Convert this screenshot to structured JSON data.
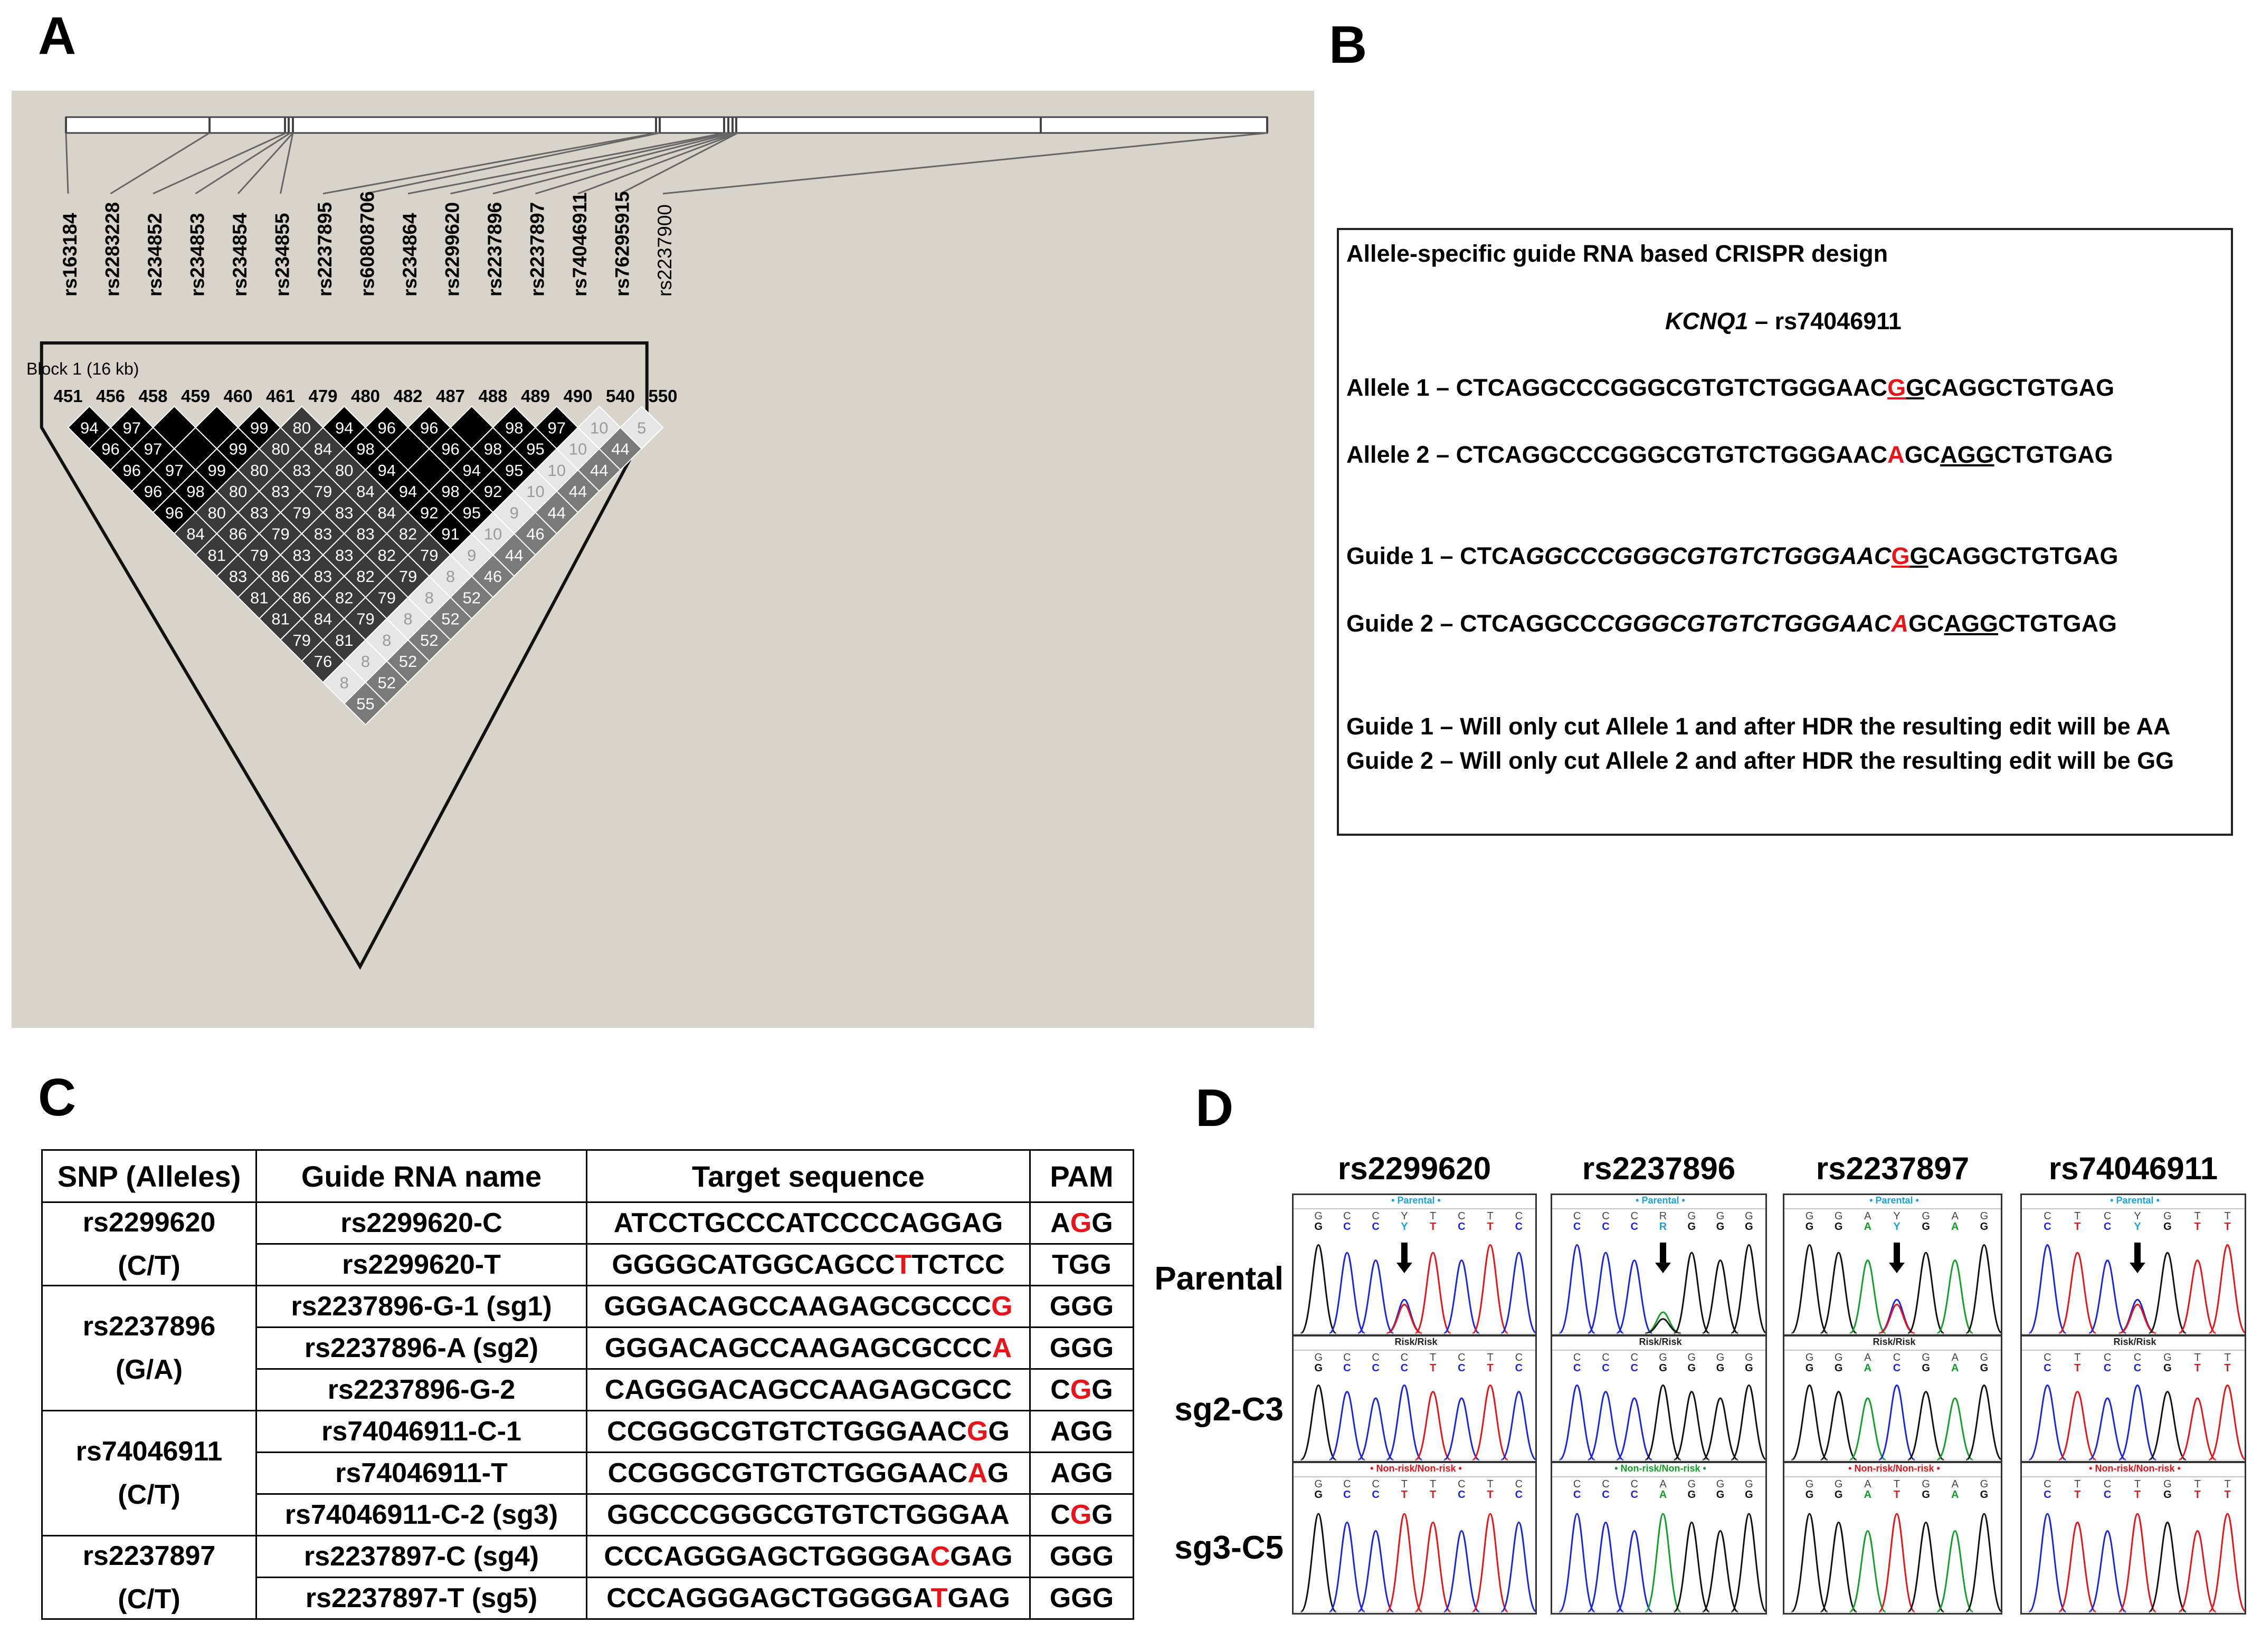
{
  "panels": {
    "A": "A",
    "B": "B",
    "C": "C",
    "D": "D"
  },
  "ld": {
    "snps": [
      "rs163184",
      "rs2283228",
      "rs234852",
      "rs234853",
      "rs234854",
      "rs234855",
      "rs2237895",
      "rs60808706",
      "rs234864",
      "rs2299620",
      "rs2237896",
      "rs2237897",
      "rs74046911",
      "rs76295915",
      "rs2237900"
    ],
    "block_label": "Block 1 (16 kb)",
    "marker_numbers": [
      "451",
      "456",
      "458",
      "459",
      "460",
      "461",
      "479",
      "480",
      "482",
      "487",
      "488",
      "489",
      "490",
      "540",
      "550"
    ],
    "rows": [
      [
        "94",
        "97",
        "",
        "",
        "99",
        "80",
        "94",
        "96",
        "96",
        "",
        "98",
        "97",
        "10",
        "5"
      ],
      [
        "96",
        "97",
        "",
        "99",
        "80",
        "84",
        "98",
        "",
        "96",
        "98",
        "95",
        "10",
        "44"
      ],
      [
        "96",
        "97",
        "99",
        "80",
        "83",
        "80",
        "94",
        "",
        "94",
        "95",
        "10",
        "44"
      ],
      [
        "96",
        "98",
        "80",
        "83",
        "79",
        "84",
        "94",
        "98",
        "92",
        "10",
        "44"
      ],
      [
        "96",
        "80",
        "83",
        "79",
        "83",
        "84",
        "92",
        "95",
        "9",
        "44"
      ],
      [
        "84",
        "86",
        "79",
        "83",
        "83",
        "82",
        "91",
        "10",
        "46"
      ],
      [
        "81",
        "79",
        "83",
        "83",
        "82",
        "79",
        "9",
        "44"
      ],
      [
        "83",
        "86",
        "83",
        "82",
        "79",
        "8",
        "46"
      ],
      [
        "81",
        "86",
        "82",
        "79",
        "8",
        "52"
      ],
      [
        "81",
        "84",
        "79",
        "8",
        "52"
      ],
      [
        "79",
        "81",
        "8",
        "52"
      ],
      [
        "76",
        "8",
        "52"
      ],
      [
        "8",
        "52"
      ],
      [
        "55"
      ]
    ],
    "shades": [
      [
        "k",
        "k",
        "k",
        "k",
        "k",
        "d",
        "k",
        "k",
        "k",
        "k",
        "k",
        "k",
        "w",
        "w"
      ],
      [
        "k",
        "k",
        "k",
        "k",
        "d",
        "d",
        "k",
        "k",
        "k",
        "k",
        "k",
        "w",
        "g"
      ],
      [
        "k",
        "k",
        "k",
        "d",
        "d",
        "d",
        "k",
        "k",
        "k",
        "k",
        "w",
        "g"
      ],
      [
        "k",
        "k",
        "d",
        "d",
        "d",
        "d",
        "k",
        "k",
        "k",
        "w",
        "g"
      ],
      [
        "k",
        "d",
        "d",
        "d",
        "d",
        "d",
        "k",
        "k",
        "w",
        "g"
      ],
      [
        "d",
        "d",
        "d",
        "d",
        "d",
        "d",
        "k",
        "w",
        "g"
      ],
      [
        "d",
        "d",
        "d",
        "d",
        "d",
        "d",
        "w",
        "g"
      ],
      [
        "d",
        "d",
        "d",
        "d",
        "d",
        "w",
        "g"
      ],
      [
        "d",
        "d",
        "d",
        "d",
        "w",
        "g"
      ],
      [
        "d",
        "d",
        "d",
        "w",
        "g"
      ],
      [
        "d",
        "d",
        "w",
        "g"
      ],
      [
        "d",
        "w",
        "g"
      ],
      [
        "w",
        "g"
      ],
      [
        "g"
      ]
    ]
  },
  "design": {
    "title": "Allele-specific guide RNA based CRISPR design",
    "gene": "KCNQ1",
    "gene_rest": " – rs74046911",
    "a1_pre": "Allele 1 – CTCAGGCCCGGGCGTGTCTGGGAAC",
    "a1_red": "G",
    "a1_ul": "G",
    "a1_post": "CAGGCTGTGAG",
    "a2_pre": "Allele 2 – CTCAGGCCCGGGCGTGTCTGGGAAC",
    "a2_red": "A",
    "a2_mid": "GC",
    "a2_ul": "AGG",
    "a2_post": "CTGTGAG",
    "g1_pre": "Guide 1 – CTCA",
    "g1_it": "GGCCCGGGCGTGTCTGGGAAC",
    "g1_red": "G",
    "g1_ul": "G",
    "g1_post": "CAGGCTGTGAG",
    "g2_pre": "Guide 2 – CTCAGGCC",
    "g2_it": "CGGGCGTGTCTGGGAAC",
    "g2_red": "A",
    "g2_mid": "GC",
    "g2_ul": "AGG",
    "g2_post": "CTGTGAG",
    "note1": "Guide 1 – Will only cut Allele 1 and after HDR the resulting edit will be AA",
    "note2": "Guide 2 – Will only cut Allele 2 and after HDR the resulting edit will be GG"
  },
  "table": {
    "headers": [
      "SNP (Alleles)",
      "Guide RNA name",
      "Target sequence",
      "PAM"
    ],
    "groups": [
      {
        "snp": "rs2299620",
        "alleles": "(C/T)"
      },
      {
        "snp": "rs2237896",
        "alleles": "(G/A)"
      },
      {
        "snp": "rs74046911",
        "alleles": "(C/T)"
      },
      {
        "snp": "rs2237897",
        "alleles": "(C/T)"
      }
    ],
    "rows": [
      {
        "name": "rs2299620-C",
        "s1": "ATCCTGCCCATCCCCAGGAG",
        "s2": "",
        "s3": "",
        "p1": "A",
        "p2": "G",
        "p3": "G"
      },
      {
        "name": "rs2299620-T",
        "s1": "GGGGCATGGCAGCC",
        "s2": "T",
        "s3": "TCTCC",
        "p1": "TGG",
        "p2": "",
        "p3": ""
      },
      {
        "name": "rs2237896-G-1 (sg1)",
        "s1": "GGGACAGCCAAGAGCGCCC",
        "s2": "G",
        "s3": "",
        "p1": "GGG",
        "p2": "",
        "p3": ""
      },
      {
        "name": "rs2237896-A (sg2)",
        "s1": "GGGACAGCCAAGAGCGCCC",
        "s2": "A",
        "s3": "",
        "p1": "GGG",
        "p2": "",
        "p3": ""
      },
      {
        "name": "rs2237896-G-2",
        "s1": "CAGGGACAGCCAAGAGCGCC",
        "s2": "",
        "s3": "",
        "p1": "C",
        "p2": "G",
        "p3": "G"
      },
      {
        "name": "rs74046911-C-1",
        "s1": "CCGGGCGTGTCTGGGAAC",
        "s2": "G",
        "s3": "G",
        "p1": "AGG",
        "p2": "",
        "p3": ""
      },
      {
        "name": "rs74046911-T",
        "s1": "CCGGGCGTGTCTGGGAAC",
        "s2": "A",
        "s3": "G",
        "p1": "AGG",
        "p2": "",
        "p3": ""
      },
      {
        "name": "rs74046911-C-2 (sg3)",
        "s1": "GGCCCGGGCGTGTCTGGGAA",
        "s2": "",
        "s3": "",
        "p1": "C",
        "p2": "G",
        "p3": "G"
      },
      {
        "name": "rs2237897-C (sg4)",
        "s1": "CCCAGGGAGCTGGGGA",
        "s2": "C",
        "s3": "GAG",
        "p1": "GGG",
        "p2": "",
        "p3": ""
      },
      {
        "name": "rs2237897-T (sg5)",
        "s1": "CCCAGGGAGCTGGGGA",
        "s2": "T",
        "s3": "GAG",
        "p1": "GGG",
        "p2": "",
        "p3": ""
      }
    ]
  },
  "chromatograms": {
    "snp_titles": [
      "rs2299620",
      "rs2237896",
      "rs2237897",
      "rs74046911"
    ],
    "row_labels": [
      "Parental",
      "sg2-C3",
      "sg3-C5"
    ],
    "headers": [
      "• Parental •",
      "Risk/Risk",
      "• Non-risk/Non-risk •"
    ],
    "header_colors": [
      "#1aa3e0",
      "#222222",
      "#e8141a"
    ],
    "col1_alt_header": "• Non-risk/Non-risk •",
    "col1_alt_color": "#12a02a",
    "seqs": [
      [
        "GCCYTCTC",
        "GCCCTCTC",
        "GCCTTCTC"
      ],
      [
        "CCCRGGG",
        "CCCGGGG",
        "CCCAGGG"
      ],
      [
        "GGAYGAG",
        "GGACGAG",
        "GGATGAG"
      ],
      [
        "CTCYGTT",
        "CTCCGTT",
        "CTCTGTT"
      ]
    ],
    "base_colors": {
      "A": "#12a02a",
      "C": "#1c25e0",
      "G": "#111111",
      "T": "#e8141a",
      "Y": "#1aa3e0",
      "R": "#1aa3e0"
    }
  }
}
